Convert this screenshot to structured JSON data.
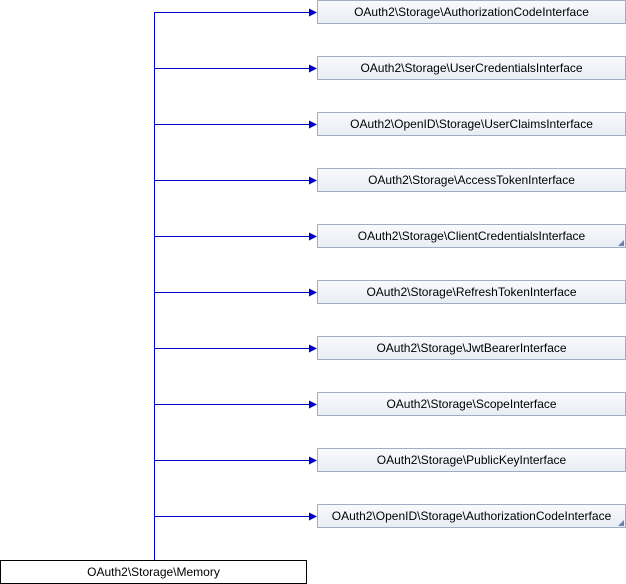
{
  "diagram": {
    "root": {
      "label": "OAuth2\\Storage\\Memory"
    },
    "interfaces": [
      {
        "label": "OAuth2\\Storage\\AuthorizationCodeInterface",
        "has_more": false
      },
      {
        "label": "OAuth2\\Storage\\UserCredentialsInterface",
        "has_more": false
      },
      {
        "label": "OAuth2\\OpenID\\Storage\\UserClaimsInterface",
        "has_more": false
      },
      {
        "label": "OAuth2\\Storage\\AccessTokenInterface",
        "has_more": false
      },
      {
        "label": "OAuth2\\Storage\\ClientCredentialsInterface",
        "has_more": true
      },
      {
        "label": "OAuth2\\Storage\\RefreshTokenInterface",
        "has_more": false
      },
      {
        "label": "OAuth2\\Storage\\JwtBearerInterface",
        "has_more": false
      },
      {
        "label": "OAuth2\\Storage\\ScopeInterface",
        "has_more": false
      },
      {
        "label": "OAuth2\\Storage\\PublicKeyInterface",
        "has_more": false
      },
      {
        "label": "OAuth2\\OpenID\\Storage\\AuthorizationCodeInterface",
        "has_more": true
      }
    ],
    "colors": {
      "edge": "#0000cc",
      "node_border": "#a1adc8",
      "root_border": "#000000"
    }
  }
}
